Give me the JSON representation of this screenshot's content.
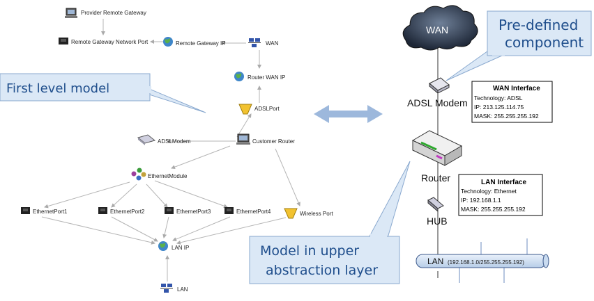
{
  "left_model": {
    "nodes": {
      "provider_gateway": "Provider Remote Gateway",
      "gateway_port": "Remote Gateway Network Port",
      "gateway_ip": "Remote Gateway IP",
      "wan": "WAN",
      "router_wan_ip": "Router WAN IP",
      "adsl_port": "ADSLPort",
      "adsl_modem": "ADSLModem",
      "customer_router": "Customer Router",
      "ethernet_module": "EthernetModule",
      "eth1": "EthernetPort1",
      "eth2": "EthernetPort2",
      "eth3": "EthernetPort3",
      "eth4": "EthernetPort4",
      "wireless_port": "Wireless Port",
      "lan_ip": "LAN IP",
      "lan": "LAN"
    }
  },
  "callouts": {
    "first_level": "First level model",
    "predefined_line1": "Pre-defined",
    "predefined_line2": "component",
    "upper_line1": "Model in upper",
    "upper_line2": "abstraction layer"
  },
  "right_model": {
    "cloud_label": "WAN",
    "adsl_modem": "ADSL Modem",
    "router": "Router",
    "hub": "HUB",
    "lan_label": "LAN",
    "lan_subnet": "(192.168.1.0/255.255.255.192)",
    "wan_interface": {
      "title": "WAN Interface",
      "technology": "Technology: ADSL",
      "ip": "IP: 213.125.114.75",
      "mask": "MASK: 255.255.255.192"
    },
    "lan_interface": {
      "title": "LAN Interface",
      "technology": "Technology: Ethernet",
      "ip": "IP: 192.168.1.1",
      "mask": "MASK: 255.255.255.192"
    }
  },
  "colors": {
    "callout_fill": "#dbe8f6",
    "callout_border": "#8aa9cf",
    "callout_text": "#1f4e8c",
    "arrow": "#9db8dc",
    "cloud": "#2d3a4f"
  }
}
